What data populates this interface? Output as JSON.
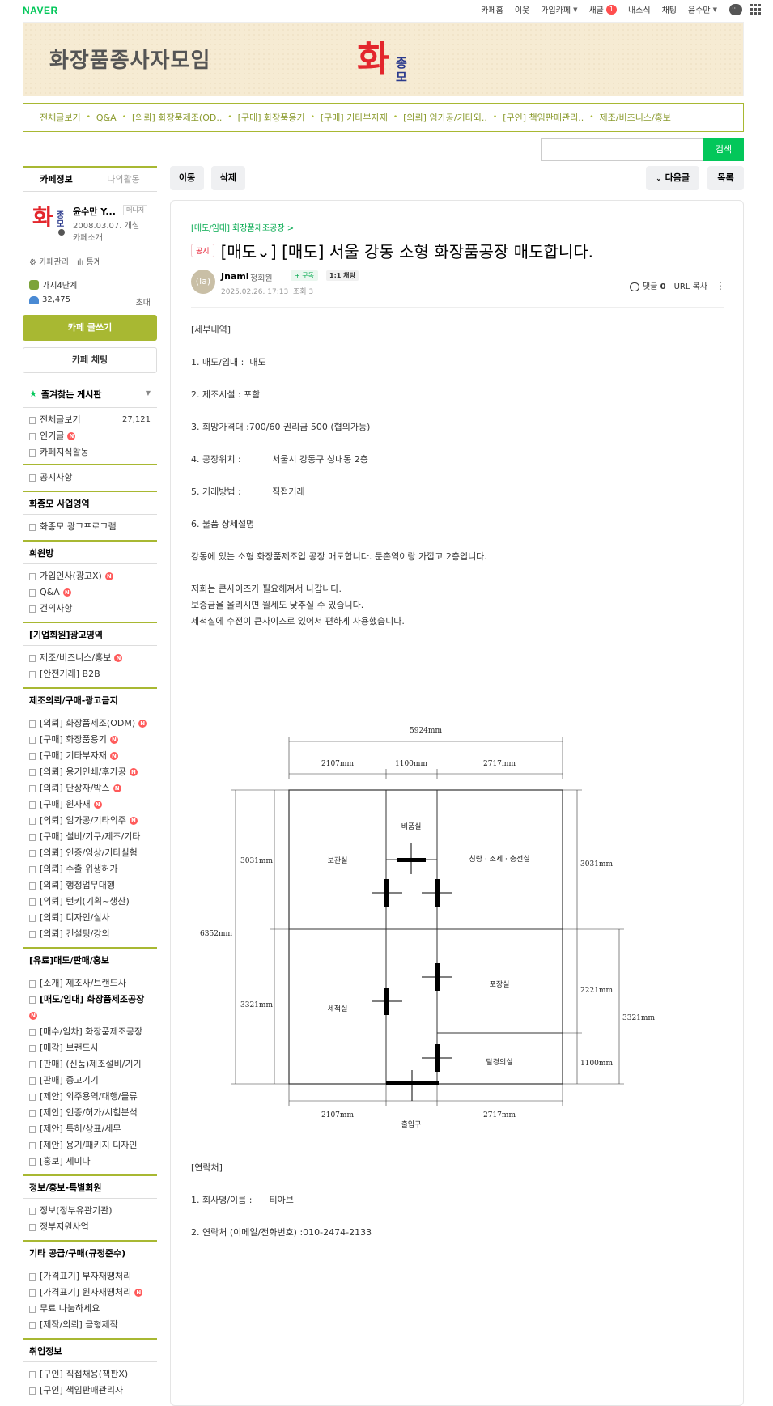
{
  "gnb": {
    "logo": "NAVER",
    "items": [
      "카페홈",
      "이웃",
      "가입카페",
      "새글",
      "내소식",
      "채팅",
      "윤수만"
    ],
    "new_count": "1"
  },
  "banner": {
    "title": "화장품종사자모임",
    "logo_big": "화",
    "logo_small": "종모"
  },
  "board_nav": [
    "전체글보기",
    "Q&A",
    "[의뢰] 화장품제조(OD..",
    "[구매] 화장품용기",
    "[구매] 기타부자재",
    "[의뢰] 임가공/기타외..",
    "[구인] 책임판매관리..",
    "제조/비즈니스/홍보"
  ],
  "search": {
    "button": "검색",
    "placeholder": ""
  },
  "sidebar": {
    "tabs": [
      "카페정보",
      "나의활동"
    ],
    "cafe_name": "윤수만 Y...",
    "manager": "매니저",
    "date": "2008.03.07. 개설",
    "intro": "카페소개",
    "admin": "카페관리",
    "stats": "통계",
    "rank": "가지4단계",
    "members": "32,475",
    "invite": "초대",
    "write": "카페 글쓰기",
    "chat": "카페 채팅",
    "fav": "즐겨찾는 게시판",
    "all_posts": "전체글보기",
    "all_count": "27,121",
    "popular": "인기글",
    "knowledge": "카페지식활동",
    "notice": "공지사항",
    "g1": "화종모 사업영역",
    "g1_items": [
      "화종모 광고프로그램"
    ],
    "g2": "회원방",
    "g2_items": [
      "가입인사(광고X)",
      "Q&A",
      "건의사항"
    ],
    "g3": "[기업회원]광고영역",
    "g3_items": [
      "제조/비즈니스/홍보",
      "[안전거래] B2B"
    ],
    "g4": "제조의뢰/구매-광고금지",
    "g4_items": [
      "[의뢰] 화장품제조(ODM)",
      "[구매] 화장품용기",
      "[구매] 기타부자재",
      "[의뢰] 용기인쇄/후가공",
      "[의뢰] 단상자/박스",
      "[구매] 원자재",
      "[의뢰] 임가공/기타외주",
      "[구매] 설비/기구/제조/기타",
      "[의뢰] 인증/임상/기타실험",
      "[의뢰] 수출 위생허가",
      "[의뢰] 행정업무대행",
      "[의뢰] 턴키(기획~생산)",
      "[의뢰] 디자인/실사",
      "[의뢰] 컨설팅/강의"
    ],
    "g5": "[유료]매도/판매/홍보",
    "g5_items": [
      "[소개] 제조사/브랜드사",
      "[매도/임대] 화장품제조공장",
      "[매수/임차] 화장품제조공장",
      "[매각] 브랜드사",
      "[판매] (신품)제조설비/기기",
      "[판매] 중고기기",
      "[제안] 외주용역/대행/물류",
      "[제안] 인증/허가/시험분석",
      "[제안] 특허/상표/세무",
      "[제안] 용기/패키지 디자인",
      "[홍보] 세미나"
    ],
    "g6": "정보/홍보-특별회원",
    "g6_items": [
      "정보(정부유관기관)",
      "정부지원사업"
    ],
    "g7": "기타 공급/구매(규정준수)",
    "g7_items": [
      "[가격표기] 부자재땡처리",
      "[가격표기] 원자재땡처리",
      "무료 나눔하세요",
      "[제작/의뢰] 금형제작"
    ],
    "g8": "취업정보",
    "g8_items": [
      "[구인] 직접채용(책판X)",
      "[구인] 책임판매관리자"
    ],
    "new_badge": "N"
  },
  "toolbar": {
    "move": "이동",
    "delete": "삭제",
    "next": "다음글",
    "list": "목록"
  },
  "article": {
    "breadcrumb": "[매도/임대] 화장품제조공장 >",
    "notice": "공지",
    "title": "[매도⌄] [매도] 서울 강동 소형 화장품공장 매도합니다.",
    "author": "Jnami",
    "level": "정회원",
    "subscribe": "+ 구독",
    "chat11": "1:1 채팅",
    "date": "2025.02.26. 17:13",
    "views": "조회 3",
    "comments_label": "댓글",
    "comments": "0",
    "url_copy": "URL 복사",
    "avatar_text": "(la)",
    "body": [
      "[세부내역]",
      "",
      "1. 매도/임대 :  매도",
      "",
      "2. 제조시설 : 포함",
      "",
      "3. 희망가격대 :700/60 권리금 500 (협의가능)",
      "",
      "4. 공장위치 :           서울시 강동구 성내동 2층",
      "",
      "5. 거래방법 :           직접거래",
      "",
      "6. 물품 상세설명",
      "",
      "강동에 있는 소형 화장품제조업 공장 매도합니다. 둔촌역이랑 가깝고 2층입니다.",
      "",
      "저희는 큰사이즈가 필요해져서 나갑니다.",
      "보증금을 올리시면 월세도 낮추실 수 있습니다.",
      "세척실에 수전이 큰사이즈로 있어서 편하게 사용했습니다."
    ],
    "contact": [
      "[연락처]",
      "",
      "1. 회사명/이름 :      티아브",
      "",
      "2. 연락처 (이메일/전화번호) :010-2474-2133"
    ]
  },
  "floorplan": {
    "total_width": "5924mm",
    "w1": "2107mm",
    "w2": "1100mm",
    "w3": "2717mm",
    "total_height": "6352mm",
    "h1": "3031mm",
    "h2": "3321mm",
    "rh1": "3031mm",
    "rh2": "2221mm",
    "rh3": "1100mm",
    "rh_total": "3321mm",
    "bw1": "2107mm",
    "bw3": "2717mm",
    "rooms": {
      "storage": "보관실",
      "supply": "비품실",
      "mixing": "칭량 · 조제 · 충전실",
      "washing": "세척실",
      "packing": "포장실",
      "changing": "탈경의실",
      "entrance": "출입구"
    }
  }
}
